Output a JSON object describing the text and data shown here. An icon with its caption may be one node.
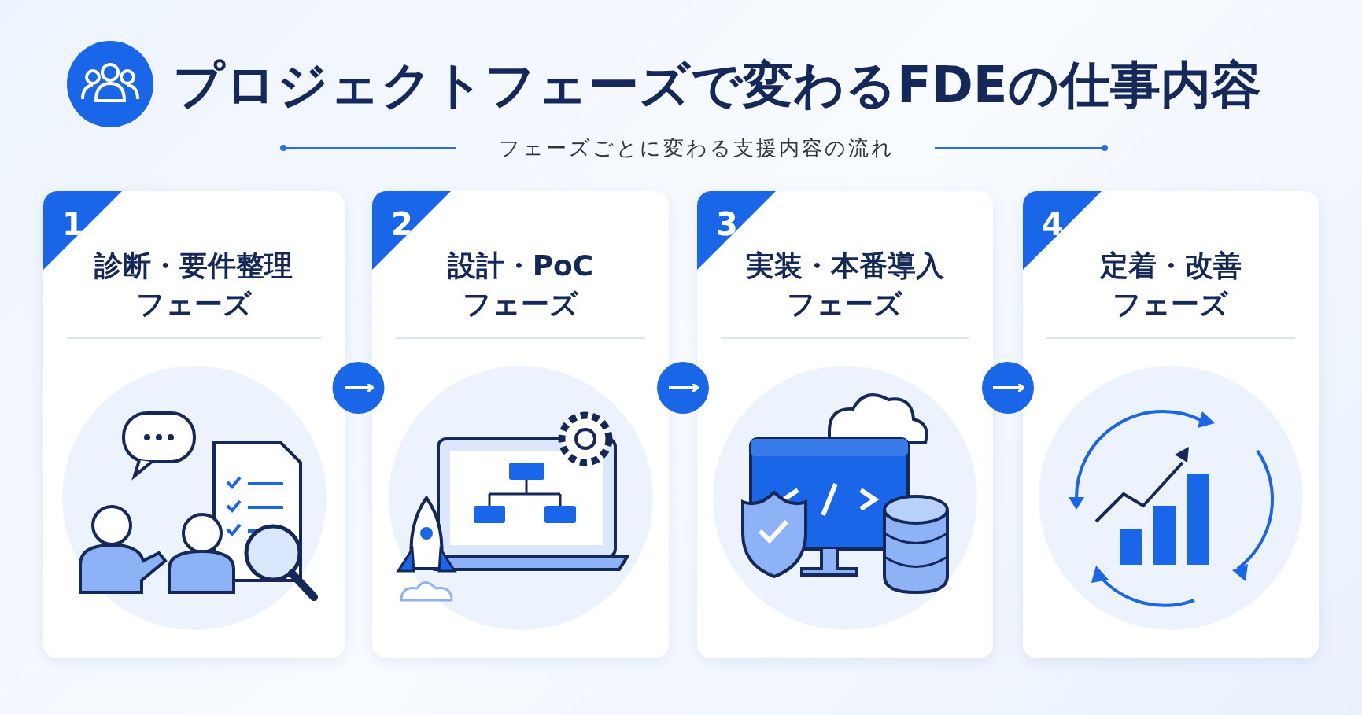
{
  "diagram": {
    "title": "プロジェクトフェーズで変わるFDEの仕事内容",
    "nodes": [
      {
        "text": [
          "1",
          "診断・要件整理フェーズ"
        ]
      },
      {
        "text": [
          "2",
          "設計・PoCフェーズ"
        ]
      },
      {
        "text": [
          "3",
          "実装・本番導入フェーズ"
        ]
      },
      {
        "text": [
          "4",
          "定着・改善フェーズ"
        ]
      }
    ],
    "edges": [
      {
        "from": 0,
        "to": 1,
        "arrow": "to"
      },
      {
        "from": 1,
        "to": 2,
        "arrow": "to"
      },
      {
        "from": 2,
        "to": 3,
        "arrow": "to"
      }
    ],
    "labels": [
      "フェーズごとに変わる支援内容の流れ"
    ]
  }
}
